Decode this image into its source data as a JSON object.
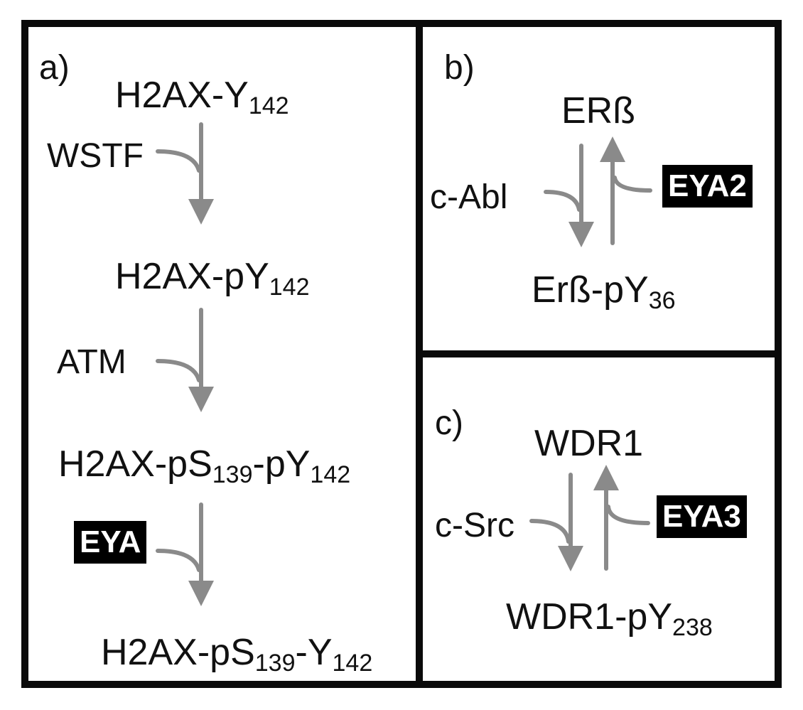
{
  "panel_a": {
    "letter": "a)",
    "nodes": [
      {
        "base": "H2AX-Y",
        "sub": "142"
      },
      {
        "base": "H2AX-pY",
        "sub": "142"
      },
      {
        "base": "H2AX-pS",
        "sub1": "139",
        "mid": "-pY",
        "sub2": "142"
      },
      {
        "base": "H2AX-pS",
        "sub1": "139",
        "mid": "-Y",
        "sub2": "142"
      }
    ],
    "enzymes": [
      "WSTF",
      "ATM",
      "EYA"
    ]
  },
  "panel_b": {
    "letter": "b)",
    "top": "ERß",
    "bottom": {
      "base": "Erß-pY",
      "sub": "36"
    },
    "kinase": "c-Abl",
    "phosphatase": "EYA2"
  },
  "panel_c": {
    "letter": "c)",
    "top": "WDR1",
    "bottom": {
      "base": "WDR1-pY",
      "sub": "238"
    },
    "kinase": "c-Src",
    "phosphatase": "EYA3"
  },
  "colors": {
    "border": "#0a0a0a",
    "arrow": "#8a8a8a",
    "boxed_bg": "#000000",
    "boxed_text": "#ffffff"
  }
}
